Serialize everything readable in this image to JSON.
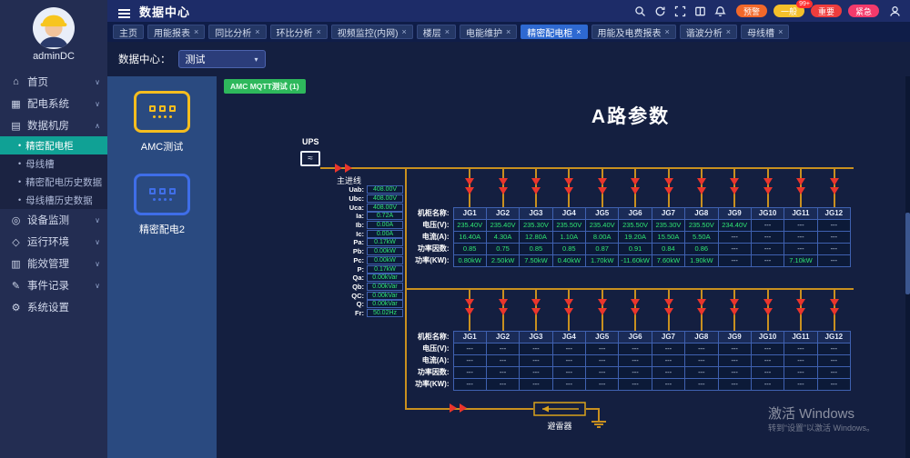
{
  "header": {
    "title": "数据中心",
    "icon_names": [
      "search",
      "refresh",
      "fullscreen",
      "layout",
      "notification",
      "user"
    ],
    "alerts": [
      {
        "label": "预警",
        "color": "#f2682a"
      },
      {
        "label": "一般",
        "color": "#f5c02a",
        "badge": "99+"
      },
      {
        "label": "重要",
        "color": "#ee3d3d"
      },
      {
        "label": "紧急",
        "color": "#f23a6b"
      }
    ]
  },
  "tabs": [
    {
      "label": "主页",
      "closable": false,
      "active": false
    },
    {
      "label": "用能报表",
      "closable": true,
      "active": false
    },
    {
      "label": "同比分析",
      "closable": true,
      "active": false
    },
    {
      "label": "环比分析",
      "closable": true,
      "active": false
    },
    {
      "label": "视频监控(内网)",
      "closable": true,
      "active": false
    },
    {
      "label": "楼层",
      "closable": true,
      "active": false
    },
    {
      "label": "电能维护",
      "closable": true,
      "active": false
    },
    {
      "label": "精密配电柜",
      "closable": true,
      "active": true
    },
    {
      "label": "用能及电费报表",
      "closable": true,
      "active": false
    },
    {
      "label": "谐波分析",
      "closable": true,
      "active": false
    },
    {
      "label": "母线槽",
      "closable": true,
      "active": false
    }
  ],
  "breadcrumb": {
    "label": "数据中心：",
    "value": "测试"
  },
  "sidebar": {
    "user": "adminDC",
    "items": [
      {
        "label": "首页",
        "icon": "home",
        "expand": "down"
      },
      {
        "label": "配电系统",
        "icon": "power",
        "expand": "down"
      },
      {
        "label": "数据机房",
        "icon": "server",
        "expand": "up",
        "children": [
          {
            "label": "精密配电柜",
            "active": true
          },
          {
            "label": "母线槽",
            "active": false
          },
          {
            "label": "精密配电历史数据",
            "active": false
          },
          {
            "label": "母线槽历史数据",
            "active": false
          }
        ]
      },
      {
        "label": "设备监测",
        "icon": "monitor",
        "expand": "down"
      },
      {
        "label": "运行环境",
        "icon": "env",
        "expand": "down"
      },
      {
        "label": "能效管理",
        "icon": "energy",
        "expand": "down"
      },
      {
        "label": "事件记录",
        "icon": "events",
        "expand": "down"
      },
      {
        "label": "系统设置",
        "icon": "settings"
      }
    ]
  },
  "device_panel": {
    "badge": "AMC MQTT测试 (1)",
    "devices": [
      {
        "name": "AMC测试",
        "color": "#f5bd1f"
      },
      {
        "name": "精密配电2",
        "color": "#3f6ee8"
      }
    ]
  },
  "diagram": {
    "title": "A路参数",
    "ups_label": "UPS",
    "feeder_label": "主进线",
    "arrester_label": "避雷器",
    "measurements": [
      {
        "label": "Uab:",
        "value": "408.00V"
      },
      {
        "label": "Ubc:",
        "value": "408.00V"
      },
      {
        "label": "Uca:",
        "value": "408.00V"
      },
      {
        "label": "Ia:",
        "value": "0.72A"
      },
      {
        "label": "Ib:",
        "value": "0.00A"
      },
      {
        "label": "Ic:",
        "value": "0.00A"
      },
      {
        "label": "Pa:",
        "value": "0.17kW"
      },
      {
        "label": "Pb:",
        "value": "0.00kW"
      },
      {
        "label": "Pc:",
        "value": "0.00kW"
      },
      {
        "label": "P:",
        "value": "0.17kW"
      },
      {
        "label": "Qa:",
        "value": "0.00kVar"
      },
      {
        "label": "Qb:",
        "value": "0.00kVar"
      },
      {
        "label": "QC:",
        "value": "0.00kVar"
      },
      {
        "label": "Q:",
        "value": "0.00kVar"
      },
      {
        "label": "Fr:",
        "value": "50.02Hz"
      }
    ],
    "tables": [
      {
        "row_labels": [
          "机柜名称:",
          "电压(V):",
          "电流(A):",
          "功率因数:",
          "功率(KW):"
        ],
        "columns": [
          "JG1",
          "JG2",
          "JG3",
          "JG4",
          "JG5",
          "JG6",
          "JG7",
          "JG8",
          "JG9",
          "JG10",
          "JG11",
          "JG12"
        ],
        "values": [
          [
            "235.40V",
            "235.40V",
            "235.30V",
            "235.50V",
            "235.40V",
            "235.50V",
            "235.30V",
            "235.50V",
            "234.40V",
            "---",
            "---",
            "---"
          ],
          [
            "16.40A",
            "4.30A",
            "12.80A",
            "1.10A",
            "8.00A",
            "19.20A",
            "15.50A",
            "5.50A",
            "---",
            "---",
            "---",
            "---"
          ],
          [
            "0.85",
            "0.75",
            "0.85",
            "0.85",
            "0.87",
            "0.91",
            "0.84",
            "0.86",
            "---",
            "---",
            "---",
            "---"
          ],
          [
            "0.80kW",
            "2.50kW",
            "7.50kW",
            "0.40kW",
            "1.70kW",
            "-11.60kW",
            "7.60kW",
            "1.90kW",
            "---",
            "---",
            "7.10kW",
            "---"
          ]
        ]
      },
      {
        "row_labels": [
          "机柜名称:",
          "电压(V):",
          "电流(A):",
          "功率因数:",
          "功率(KW):"
        ],
        "columns": [
          "JG1",
          "JG2",
          "JG3",
          "JG4",
          "JG5",
          "JG6",
          "JG7",
          "JG8",
          "JG9",
          "JG10",
          "JG11",
          "JG12"
        ],
        "values": [
          [
            "---",
            "---",
            "---",
            "---",
            "---",
            "---",
            "---",
            "---",
            "---",
            "---",
            "---",
            "---"
          ],
          [
            "---",
            "---",
            "---",
            "---",
            "---",
            "---",
            "---",
            "---",
            "---",
            "---",
            "---",
            "---"
          ],
          [
            "---",
            "---",
            "---",
            "---",
            "---",
            "---",
            "---",
            "---",
            "---",
            "---",
            "---",
            "---"
          ],
          [
            "---",
            "---",
            "---",
            "---",
            "---",
            "---",
            "---",
            "---",
            "---",
            "---",
            "---",
            "---"
          ]
        ]
      }
    ],
    "watermark": {
      "line1": "激活 Windows",
      "line2": "转到“设置”以激活 Windows。"
    }
  }
}
